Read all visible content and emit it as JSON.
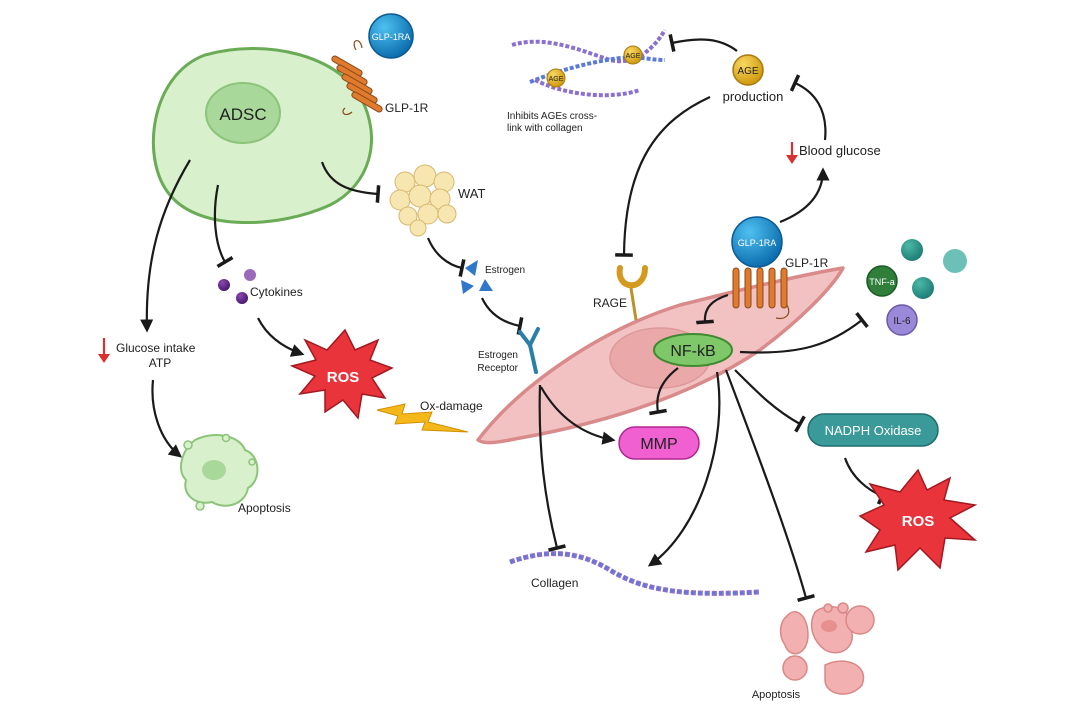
{
  "diagram": {
    "type": "signaling-pathway",
    "adsc_cell": {
      "nucleus_label": "ADSC",
      "ligand_label": "GLP-1RA",
      "receptor_label": "GLP-1R"
    },
    "left_branch": {
      "glucose_line1": "Glucose intake",
      "glucose_line2": "ATP",
      "apoptosis_label": "Apoptosis",
      "cytokines_label": "Cytokines",
      "ros_label": "ROS",
      "ox_damage_label": "Ox-damage",
      "wat_label": "WAT",
      "estrogen_label": "Estrogen",
      "estrogen_receptor_line1": "Estrogen",
      "estrogen_receptor_line2": "Receptor"
    },
    "top_branch": {
      "age_label": "AGE",
      "age_production_label": "production",
      "crosslink_line1": "Inhibits AGEs cross-",
      "crosslink_line2": "link with collagen",
      "crosslink_age_1": "AGE",
      "crosslink_age_2": "AGE",
      "blood_glucose_label": "Blood glucose"
    },
    "fibroblast": {
      "rage_label": "RAGE",
      "ligand_label": "GLP-1RA",
      "receptor_label": "GLP-1R",
      "nfkb_label": "NF-kB",
      "mmp_label": "MMP",
      "nadph_label": "NADPH Oxidase",
      "ros_label": "ROS",
      "collagen_label": "Collagen",
      "apoptosis_label": "Apoptosis",
      "tnf_label": "TNF-a",
      "il6_label": "IL-6"
    },
    "colors": {
      "adsc_fill": "#d8f0cc",
      "adsc_stroke": "#6aab55",
      "fibroblast_fill": "#f2c2c2",
      "fibroblast_stroke": "#d98a8a",
      "glp1ra": "#1a8fd0",
      "receptor": "#e07b2e",
      "nfkb": "#7fc86a",
      "mmp": "#f060d0",
      "nadph": "#3a9a9a",
      "ros": "#e8343a",
      "down_arrow": "#d93030",
      "age": "#e8b820",
      "estrogen": "#2f77c8"
    }
  }
}
